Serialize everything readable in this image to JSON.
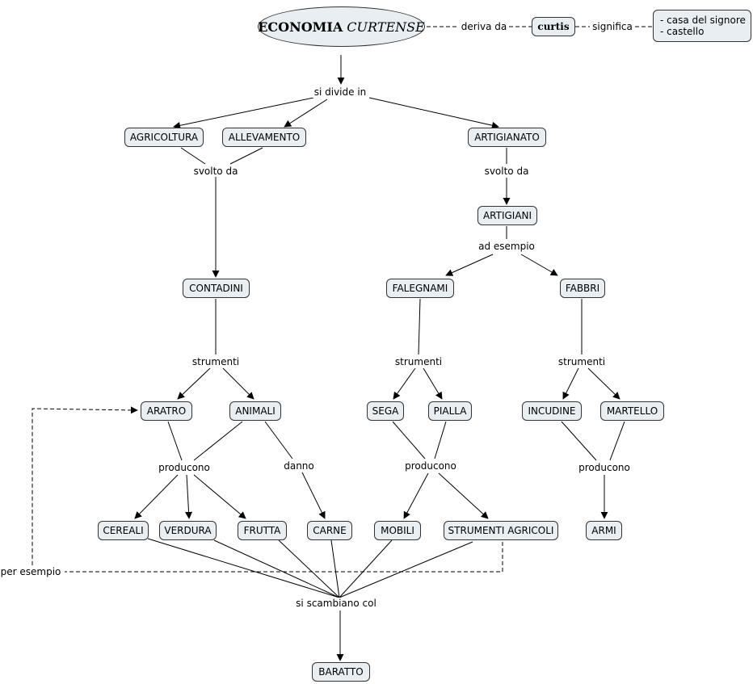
{
  "title": {
    "bold": "ECONOMIA",
    "italic": "CURTENSE"
  },
  "concepts": {
    "curtis": "curtis",
    "meaning": [
      "- casa del signore",
      "- castello"
    ],
    "agricoltura": "AGRICOLTURA",
    "allevamento": "ALLEVAMENTO",
    "artigianato": "ARTIGIANATO",
    "artigiani": "ARTIGIANI",
    "contadini": "CONTADINI",
    "falegnami": "FALEGNAMI",
    "fabbri": "FABBRI",
    "aratro": "ARATRO",
    "animali": "ANIMALI",
    "sega": "SEGA",
    "pialla": "PIALLA",
    "incudine": "INCUDINE",
    "martello": "MARTELLO",
    "cereali": "CEREALI",
    "verdura": "VERDURA",
    "frutta": "FRUTTA",
    "carne": "CARNE",
    "mobili": "MOBILI",
    "strumenti_agricoli": "STRUMENTI AGRICOLI",
    "armi": "ARMI",
    "baratto": "BARATTO"
  },
  "links": {
    "deriva_da": "deriva da",
    "significa": "significa",
    "si_divide_in": "si divide in",
    "svolto_da_1": "svolto da",
    "svolto_da_2": "svolto da",
    "ad_esempio": "ad esempio",
    "strumenti_1": "strumenti",
    "strumenti_2": "strumenti",
    "strumenti_3": "strumenti",
    "producono_1": "producono",
    "danno": "danno",
    "producono_2": "producono",
    "producono_3": "producono",
    "si_scambiano_col": "si scambiano col",
    "per_esempio": "per esempio"
  }
}
